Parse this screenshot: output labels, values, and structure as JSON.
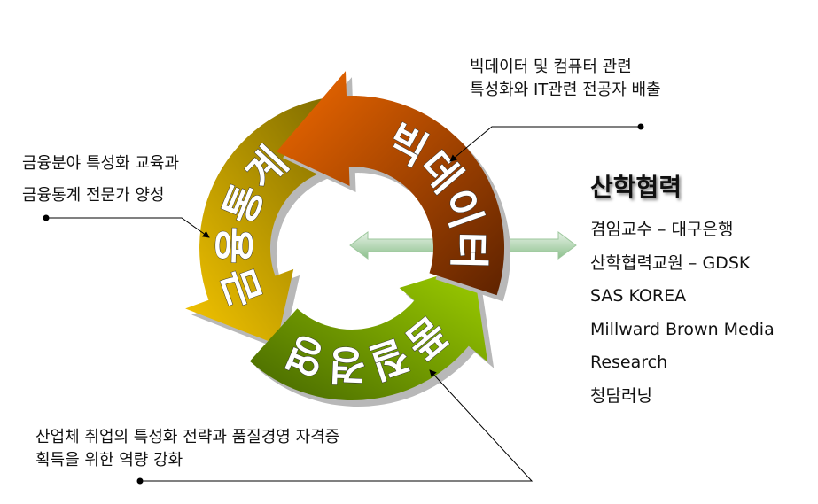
{
  "cycle": {
    "segments": [
      {
        "label": "빅데이터",
        "color_start": "#f26a00",
        "color_end": "#5e2200"
      },
      {
        "label": "금융통계",
        "color_start": "#f7c600",
        "color_end": "#746400"
      },
      {
        "label": "품질경영",
        "color_start": "#9fd000",
        "color_end": "#456600"
      }
    ]
  },
  "annotations": {
    "bigdata": [
      "빅데이터 및 컴퓨터 관련",
      "특성화와 IT관련 전공자 배출"
    ],
    "finance": [
      "금융분야 특성화 교육과",
      "금융통계 전문가 양성"
    ],
    "quality": [
      "산업체 취업의 특성화 전략과 품질경영 자격증",
      "획득을 위한 역량 강화"
    ]
  },
  "partnership": {
    "title": "산학협력",
    "items": [
      "겸임교수 – 대구은행",
      "산학협력교원 – GDSK",
      "SAS KOREA",
      "Millward Brown Media",
      "Research",
      "청담러닝"
    ]
  }
}
